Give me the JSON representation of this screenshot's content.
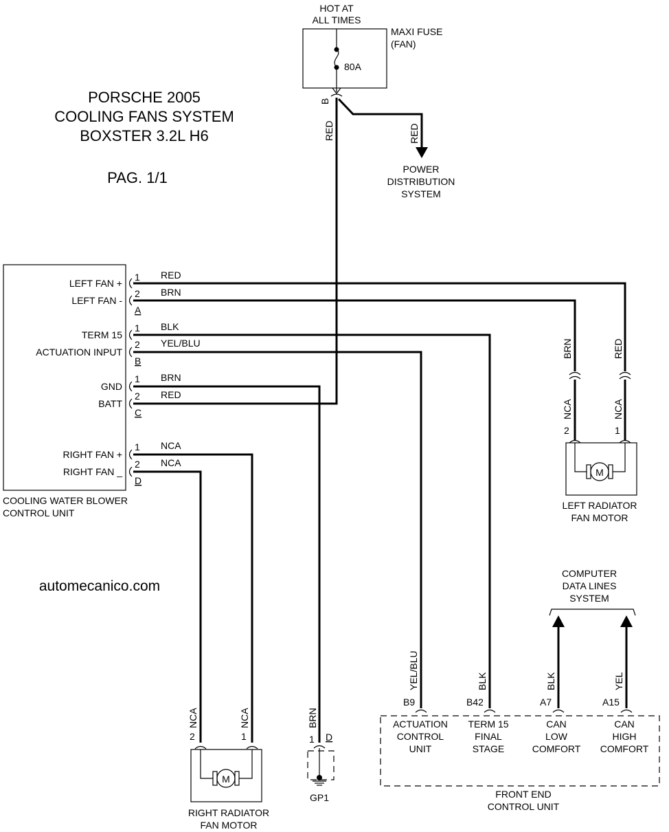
{
  "title": {
    "line1": "PORSCHE 2005",
    "line2": "COOLING FANS SYSTEM",
    "line3": "BOXSTER 3.2L H6",
    "page": "PAG. 1/1"
  },
  "website": "automecanico.com",
  "fuse": {
    "hot_line1": "HOT AT",
    "hot_line2": "ALL TIMES",
    "name_line1": "MAXI FUSE",
    "name_line2": "(FAN)",
    "rating": "80A",
    "pin": "B",
    "wire": "RED"
  },
  "power_dist": {
    "wire": "RED",
    "line1": "POWER",
    "line2": "DISTRIBUTION",
    "line3": "SYSTEM"
  },
  "control_unit": {
    "name_line1": "COOLING WATER BLOWER",
    "name_line2": "CONTROL UNIT",
    "pins": [
      {
        "label": "LEFT FAN +",
        "num": "1",
        "wire": "RED"
      },
      {
        "label": "LEFT FAN -",
        "num": "2",
        "wire": "BRN"
      },
      {
        "label": "TERM 15",
        "num": "1",
        "wire": "BLK"
      },
      {
        "label": "ACTUATION INPUT",
        "num": "2",
        "wire": "YEL/BLU"
      },
      {
        "label": "GND",
        "num": "1",
        "wire": "BRN"
      },
      {
        "label": "BATT",
        "num": "2",
        "wire": "RED"
      },
      {
        "label": "RIGHT FAN +",
        "num": "1",
        "wire": "NCA"
      },
      {
        "label": "RIGHT FAN _",
        "num": "2",
        "wire": "NCA"
      }
    ],
    "connectors": [
      "A",
      "B",
      "C",
      "D"
    ]
  },
  "left_motor": {
    "name_line1": "LEFT RADIATOR",
    "name_line2": "FAN MOTOR",
    "symbol": "M",
    "wire_brn": "BRN",
    "wire_red": "RED",
    "nca1": "NCA",
    "nca2": "NCA",
    "pin2": "2",
    "pin1": "1"
  },
  "right_motor": {
    "name_line1": "RIGHT RADIATOR",
    "name_line2": "FAN MOTOR",
    "symbol": "M",
    "nca1": "NCA",
    "nca2": "NCA",
    "pin2": "2",
    "pin1": "1"
  },
  "ground": {
    "wire": "BRN",
    "pin": "1",
    "conn": "D",
    "name": "GP1"
  },
  "front_end": {
    "name_line1": "FRONT END",
    "name_line2": "CONTROL UNIT",
    "terminals": [
      {
        "wire": "YEL/BLU",
        "pin": "B9",
        "l1": "ACTUATION",
        "l2": "CONTROL",
        "l3": "UNIT"
      },
      {
        "wire": "BLK",
        "pin": "B42",
        "l1": "TERM 15",
        "l2": "FINAL",
        "l3": "STAGE"
      },
      {
        "wire": "BLK",
        "pin": "A7",
        "l1": "CAN",
        "l2": "LOW",
        "l3": "COMFORT"
      },
      {
        "wire": "YEL",
        "pin": "A15",
        "l1": "CAN",
        "l2": "HIGH",
        "l3": "COMFORT"
      }
    ]
  },
  "data_lines": {
    "line1": "COMPUTER",
    "line2": "DATA LINES",
    "line3": "SYSTEM"
  }
}
